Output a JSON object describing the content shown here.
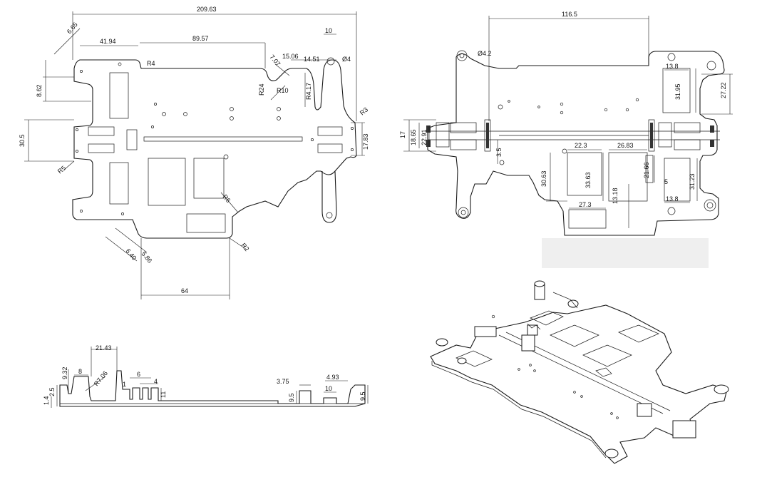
{
  "top_view": {
    "dims": {
      "overall_width": "209.63",
      "d_41_94": "41.94",
      "d_89_57": "89.57",
      "d_6_65": "6.65",
      "d_8_62": "8.62",
      "d_30_5": "30.5",
      "r4": "R4",
      "r24": "R24",
      "r10": "R10",
      "r4_17": "R4.17",
      "d_7_07": "7.07",
      "d_15_06": "15.06",
      "d_14_51": "14.51",
      "d_10": "10",
      "dia4": "Ø4",
      "r3": "R3",
      "d_17_83": "17.83",
      "r5": "R5",
      "r6": "R6",
      "r2": "R2",
      "d_6_40": "6.40",
      "d_5_86": "5.86",
      "d_64": "64"
    }
  },
  "right_view": {
    "dims": {
      "width_116_5": "116.5",
      "dia4_2": "Ø4.2",
      "d_13_8_top": "13.8",
      "d_31_95": "31.95",
      "d_27_22": "27.22",
      "d_17": "17",
      "d_18_65": "18.65",
      "d_22_91": "22.91",
      "d_3_5": "3.5",
      "d_22_3": "22.3",
      "d_26_83": "26.83",
      "d_30_63": "30.63",
      "d_33_63": "33.63",
      "d_21_66": "21.66",
      "d_5": "5",
      "d_31_23": "31.23",
      "d_13_18": "13.18",
      "d_27_3": "27.3",
      "d_13_8_bot": "13.8"
    }
  },
  "side_view": {
    "dims": {
      "d_21_43": "21.43",
      "d_9_32": "9.32",
      "d_8": "8",
      "r7_06": "R7.06",
      "d_2_5": "2.5",
      "d_1_4": "1.4",
      "d_1": "1",
      "d_6": "6",
      "d_4": "4",
      "d_11": "11",
      "d_3_75": "3.75",
      "d_9_5_a": "9.5",
      "d_4_93": "4.93",
      "d_10": "10",
      "d_9_5_b": "9.5"
    }
  }
}
